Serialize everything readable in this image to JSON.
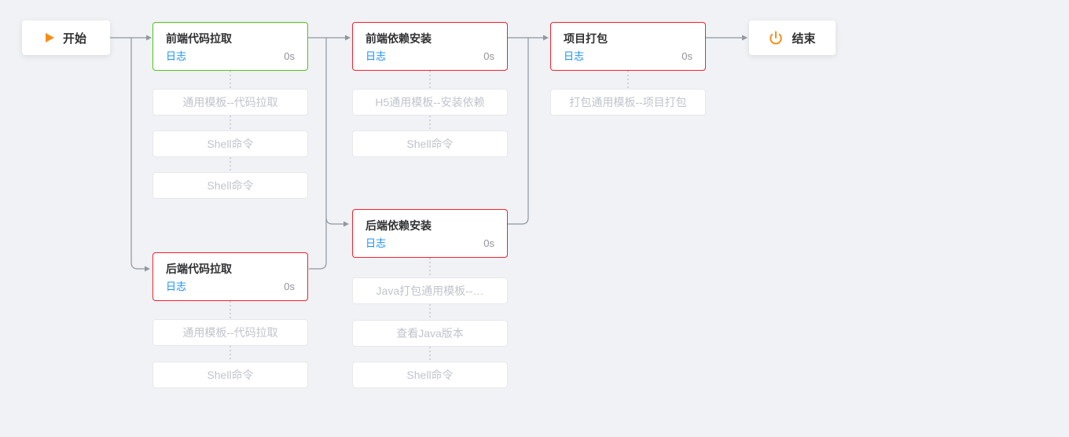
{
  "colors": {
    "background": "#f0f2f5",
    "node_bg": "#ffffff",
    "success_border": "#52c41a",
    "failed_border": "#f5222d",
    "log_link": "#1890ff",
    "accent_orange": "#fa8c16",
    "title_text": "#303133",
    "duration_text": "#909399",
    "substep_text": "#c0c4cc",
    "substep_border": "#e6e8ec",
    "wire": "#9097a1",
    "dotted_wire": "#b9bec7"
  },
  "start_node": {
    "label": "开始",
    "icon": "play-icon"
  },
  "end_node": {
    "label": "结束",
    "icon": "power-icon"
  },
  "stages": [
    {
      "title": "前端代码拉取",
      "status": "success",
      "log_label": "日志",
      "duration": "0s",
      "substeps": [
        "通用模板--代码拉取",
        "Shell命令",
        "Shell命令"
      ]
    },
    {
      "title": "后端代码拉取",
      "status": "failed",
      "log_label": "日志",
      "duration": "0s",
      "substeps": [
        "通用模板--代码拉取",
        "Shell命令"
      ]
    },
    {
      "title": "前端依赖安装",
      "status": "failed",
      "log_label": "日志",
      "duration": "0s",
      "substeps": [
        "H5通用模板--安装依赖",
        "Shell命令"
      ]
    },
    {
      "title": "后端依赖安装",
      "status": "failed",
      "log_label": "日志",
      "duration": "0s",
      "substeps": [
        "Java打包通用模板--…",
        "查看Java版本",
        "Shell命令"
      ]
    },
    {
      "title": "项目打包",
      "status": "failed",
      "log_label": "日志",
      "duration": "0s",
      "substeps": [
        "打包通用模板--项目打包"
      ]
    }
  ]
}
